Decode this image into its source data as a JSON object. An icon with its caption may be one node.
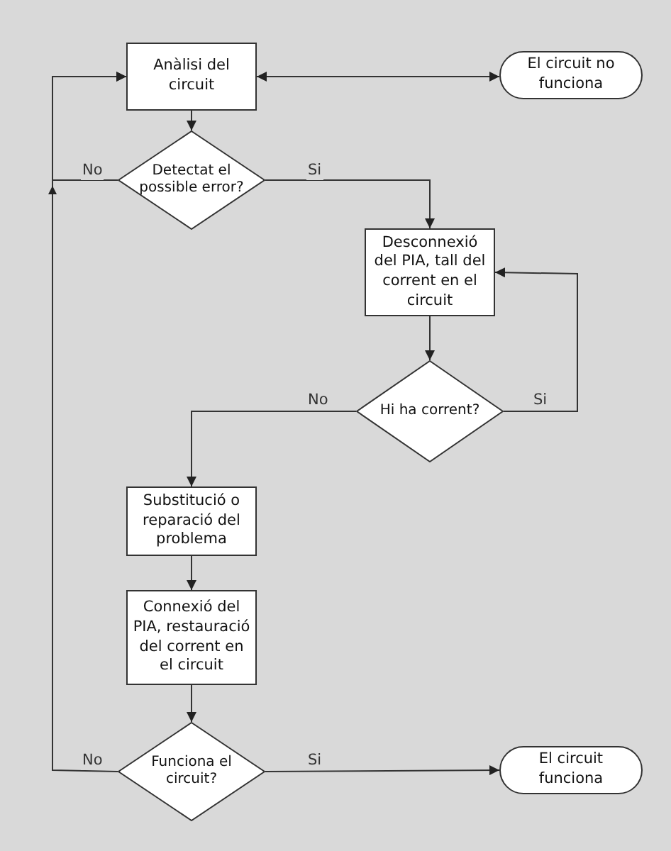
{
  "diagram": {
    "nodes": [
      {
        "text": [
          "Anàlisi del circuit"
        ]
      },
      {
        "text": [
          "El circuit no funciona"
        ]
      },
      {
        "text": [
          "Detectat el possible error?"
        ]
      },
      {
        "text": [
          "Desconnexió del PIA, tall del corrent en el circuit"
        ]
      },
      {
        "text": [
          "Hi ha corrent?"
        ]
      },
      {
        "text": [
          "Substitució o reparació del problema"
        ]
      },
      {
        "text": [
          "Connexió del PIA, restauració del corrent en el circuit"
        ]
      },
      {
        "text": [
          "Funciona el circuit?"
        ]
      },
      {
        "text": [
          "El circuit funciona"
        ]
      }
    ],
    "edges": [
      {
        "from": 0,
        "to": 1,
        "arrow": "both"
      },
      {
        "from": 0,
        "to": 2,
        "arrow": "to"
      },
      {
        "from": 2,
        "to": 0,
        "arrow": "to",
        "label": "No"
      },
      {
        "from": 2,
        "to": 3,
        "arrow": "to",
        "label": "Si"
      },
      {
        "from": 3,
        "to": 4,
        "arrow": "to"
      },
      {
        "from": 4,
        "to": 3,
        "arrow": "to",
        "label": "Si"
      },
      {
        "from": 4,
        "to": 5,
        "arrow": "to",
        "label": "No"
      },
      {
        "from": 5,
        "to": 6,
        "arrow": "to"
      },
      {
        "from": 6,
        "to": 7,
        "arrow": "to"
      },
      {
        "from": 7,
        "to": 8,
        "arrow": "to",
        "label": "Si"
      },
      {
        "from": 7,
        "to": 0,
        "arrow": "to",
        "label": "No"
      }
    ]
  }
}
